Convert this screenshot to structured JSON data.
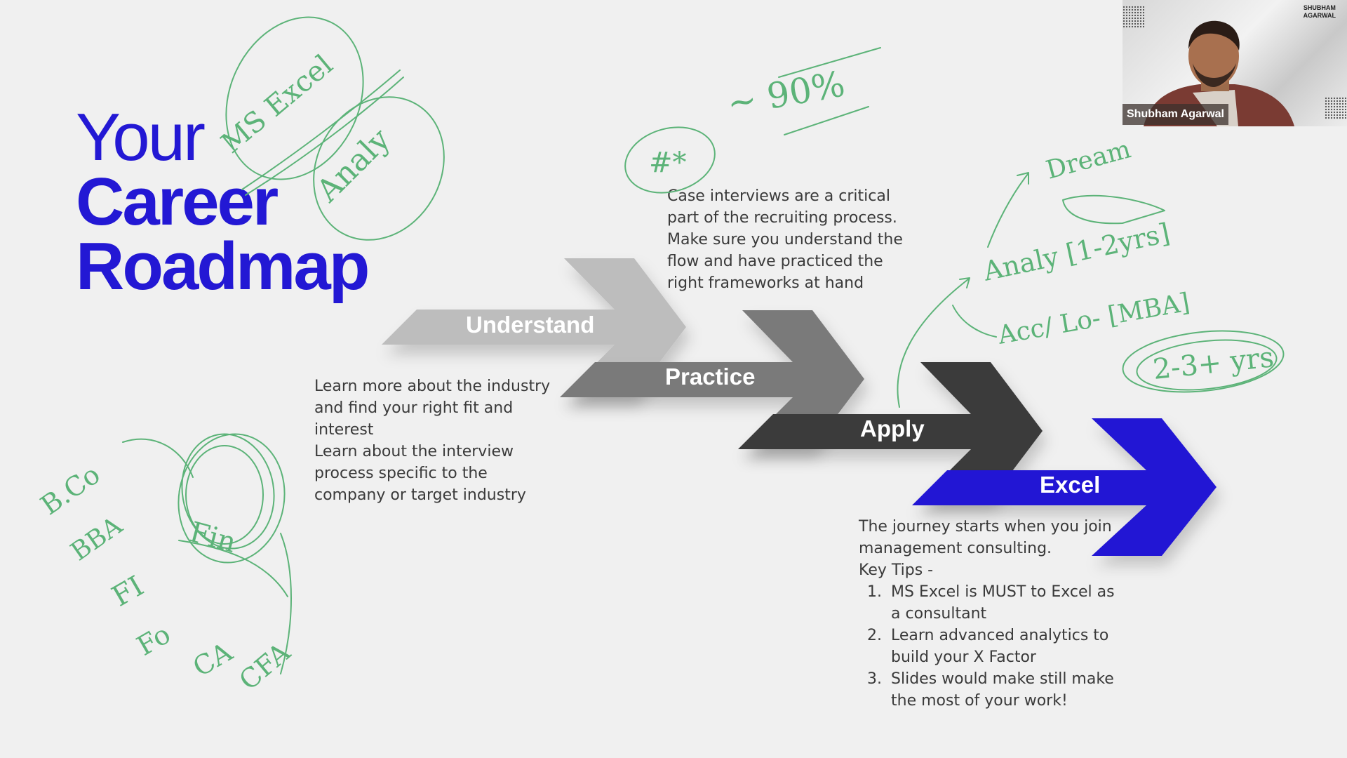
{
  "slide": {
    "title": {
      "line1": "Your",
      "line2": "Career",
      "line3": "Roadmap"
    },
    "colors": {
      "accent": "#2318d4",
      "understand": "#bdbdbd",
      "practice": "#7a7a7a",
      "apply": "#3b3b3b",
      "excel": "#2318d4",
      "ink": "#5cb378"
    },
    "steps": [
      {
        "label": "Understand"
      },
      {
        "label": "Practice"
      },
      {
        "label": "Apply"
      },
      {
        "label": "Excel"
      }
    ],
    "understand_desc": {
      "p1": "Learn more about the industry and find your right fit and interest",
      "p2": "Learn about the interview process specific to the company or target industry"
    },
    "practice_desc": {
      "p1": "Case interviews are a critical part of the recruiting process. Make sure you understand the flow and have practiced the right frameworks at hand"
    },
    "excel_desc": {
      "p1": "The journey starts when you join management consulting.",
      "p2": "Key Tips -",
      "tips": [
        "MS Excel is MUST to Excel as a consultant",
        "Learn advanced analytics to build your X Factor",
        "Slides would make still make the most of your work!"
      ]
    }
  },
  "video": {
    "participant_name": "Shubham Agarwal",
    "brand_line1": "SHUBHAM",
    "brand_line2": "AGARWAL"
  },
  "annotations": {
    "note_excel": "MS Excel",
    "note_analy": "Analy",
    "note_star": "#*",
    "note_90": "~ 90%",
    "note_dream": "Dream",
    "note_analy_yrs": "Analy [1-2yrs]",
    "note_acc": "Acc/ Lo- [MBA]",
    "note_years": "2-3+ yrs",
    "note_bcom": "B.Co",
    "note_bba": "BBA",
    "note_fi": "FI",
    "note_fin": "Fin",
    "note_fo": "Fo",
    "note_ca": "CA",
    "note_cfa": "CFA"
  }
}
